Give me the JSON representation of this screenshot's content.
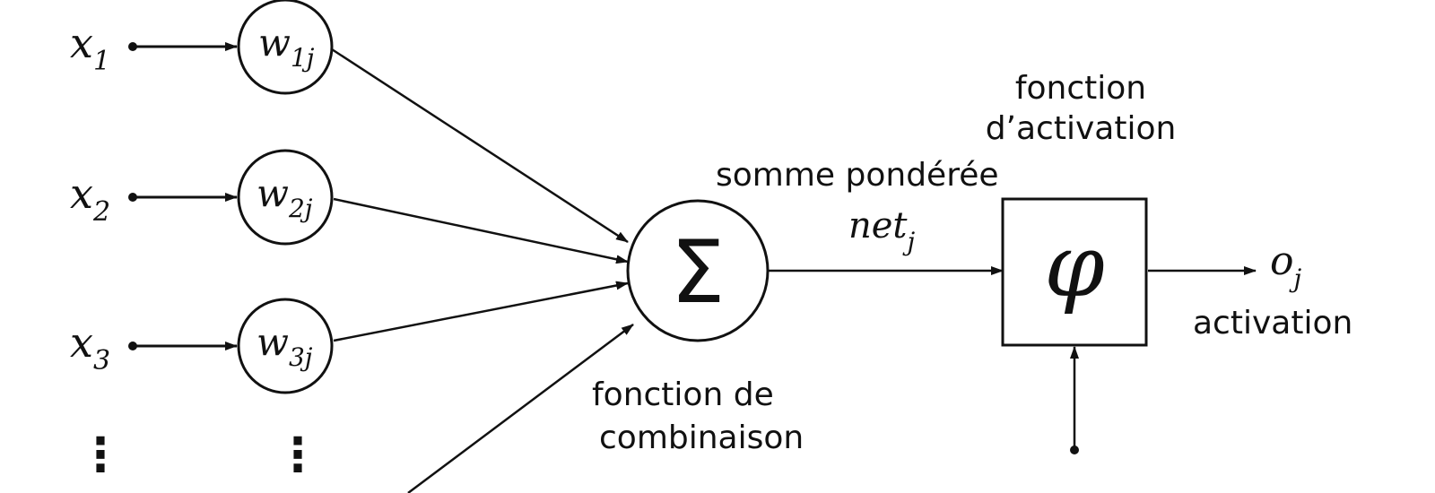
{
  "diagram": {
    "inputs": [
      {
        "base": "x",
        "sub": "1"
      },
      {
        "base": "x",
        "sub": "2"
      },
      {
        "base": "x",
        "sub": "3"
      }
    ],
    "weights": [
      {
        "base": "w",
        "sub": "1j"
      },
      {
        "base": "w",
        "sub": "2j"
      },
      {
        "base": "w",
        "sub": "3j"
      }
    ],
    "ellipsis": "⋮",
    "sum_symbol": "Σ",
    "net": {
      "base": "net",
      "sub": "j"
    },
    "activation_symbol": "φ",
    "output": {
      "base": "o",
      "sub": "j"
    },
    "labels": {
      "activation_function_line1": "fonction",
      "activation_function_line2": "d’activation",
      "weighted_sum": "somme pondérée",
      "combination_line1": "fonction de",
      "combination_line2": "combinaison",
      "activation": "activation"
    },
    "colors": {
      "stroke": "#111111",
      "background": "#ffffff"
    }
  }
}
